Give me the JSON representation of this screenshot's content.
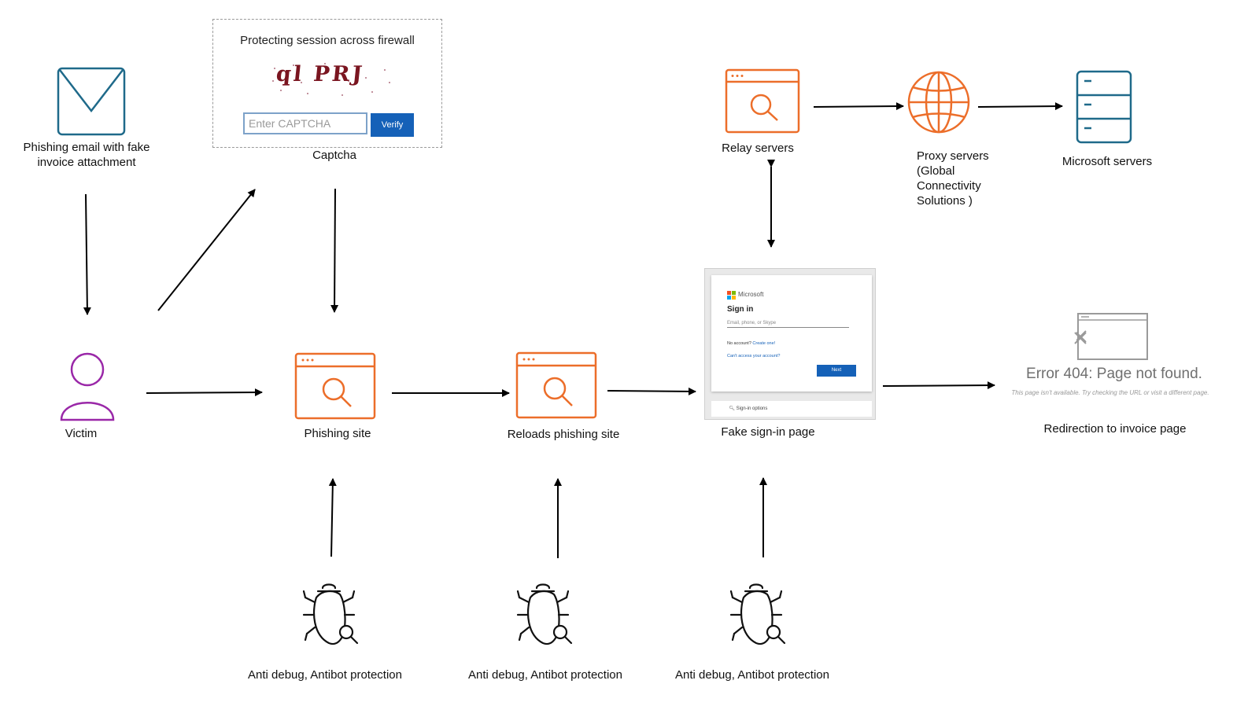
{
  "nodes": {
    "email": {
      "label_line1": "Phishing email with fake",
      "label_line2": "invoice attachment",
      "icon": "envelope-icon"
    },
    "captcha": {
      "label": "Captcha",
      "title": "Protecting session across firewall",
      "captcha_text": "ql PRJ",
      "input_placeholder": "Enter CAPTCHA",
      "verify_label": "Verify"
    },
    "victim": {
      "label": "Victim",
      "icon": "user-icon"
    },
    "phishing_site": {
      "label": "Phishing site",
      "icon": "browser-search-icon"
    },
    "reloads_site": {
      "label": "Reloads phishing site",
      "icon": "browser-search-icon"
    },
    "fake_signin": {
      "label": "Fake sign-in page",
      "brand": "Microsoft",
      "title": "Sign in",
      "input_placeholder": "Email, phone, or Skype",
      "no_account": "No account?",
      "create_one": "Create one!",
      "cant_access": "Can't access your account?",
      "next_label": "Next",
      "signin_options": "Sign-in options"
    },
    "relay": {
      "label": "Relay servers",
      "icon": "browser-search-icon"
    },
    "proxy": {
      "line1": "Proxy servers",
      "line2": "(Global",
      "line3": "Connectivity",
      "line4": "Solutions )",
      "icon": "globe-icon"
    },
    "microsoft": {
      "label": "Microsoft servers",
      "icon": "server-icon"
    },
    "redirect": {
      "label": "Redirection to invoice page",
      "error_title": "Error 404: Page not found.",
      "error_sub": "This page isn't available. Try checking the URL or visit a different page."
    },
    "bug1": {
      "label": "Anti debug, Antibot protection",
      "icon": "bug-search-icon"
    },
    "bug2": {
      "label": "Anti debug, Antibot protection",
      "icon": "bug-search-icon"
    },
    "bug3": {
      "label": "Anti debug, Antibot protection",
      "icon": "bug-search-icon"
    }
  },
  "colors": {
    "orange": "#ec6e2a",
    "purple": "#9a28a8",
    "teal": "#1f6a8a",
    "arrow": "#000000"
  }
}
